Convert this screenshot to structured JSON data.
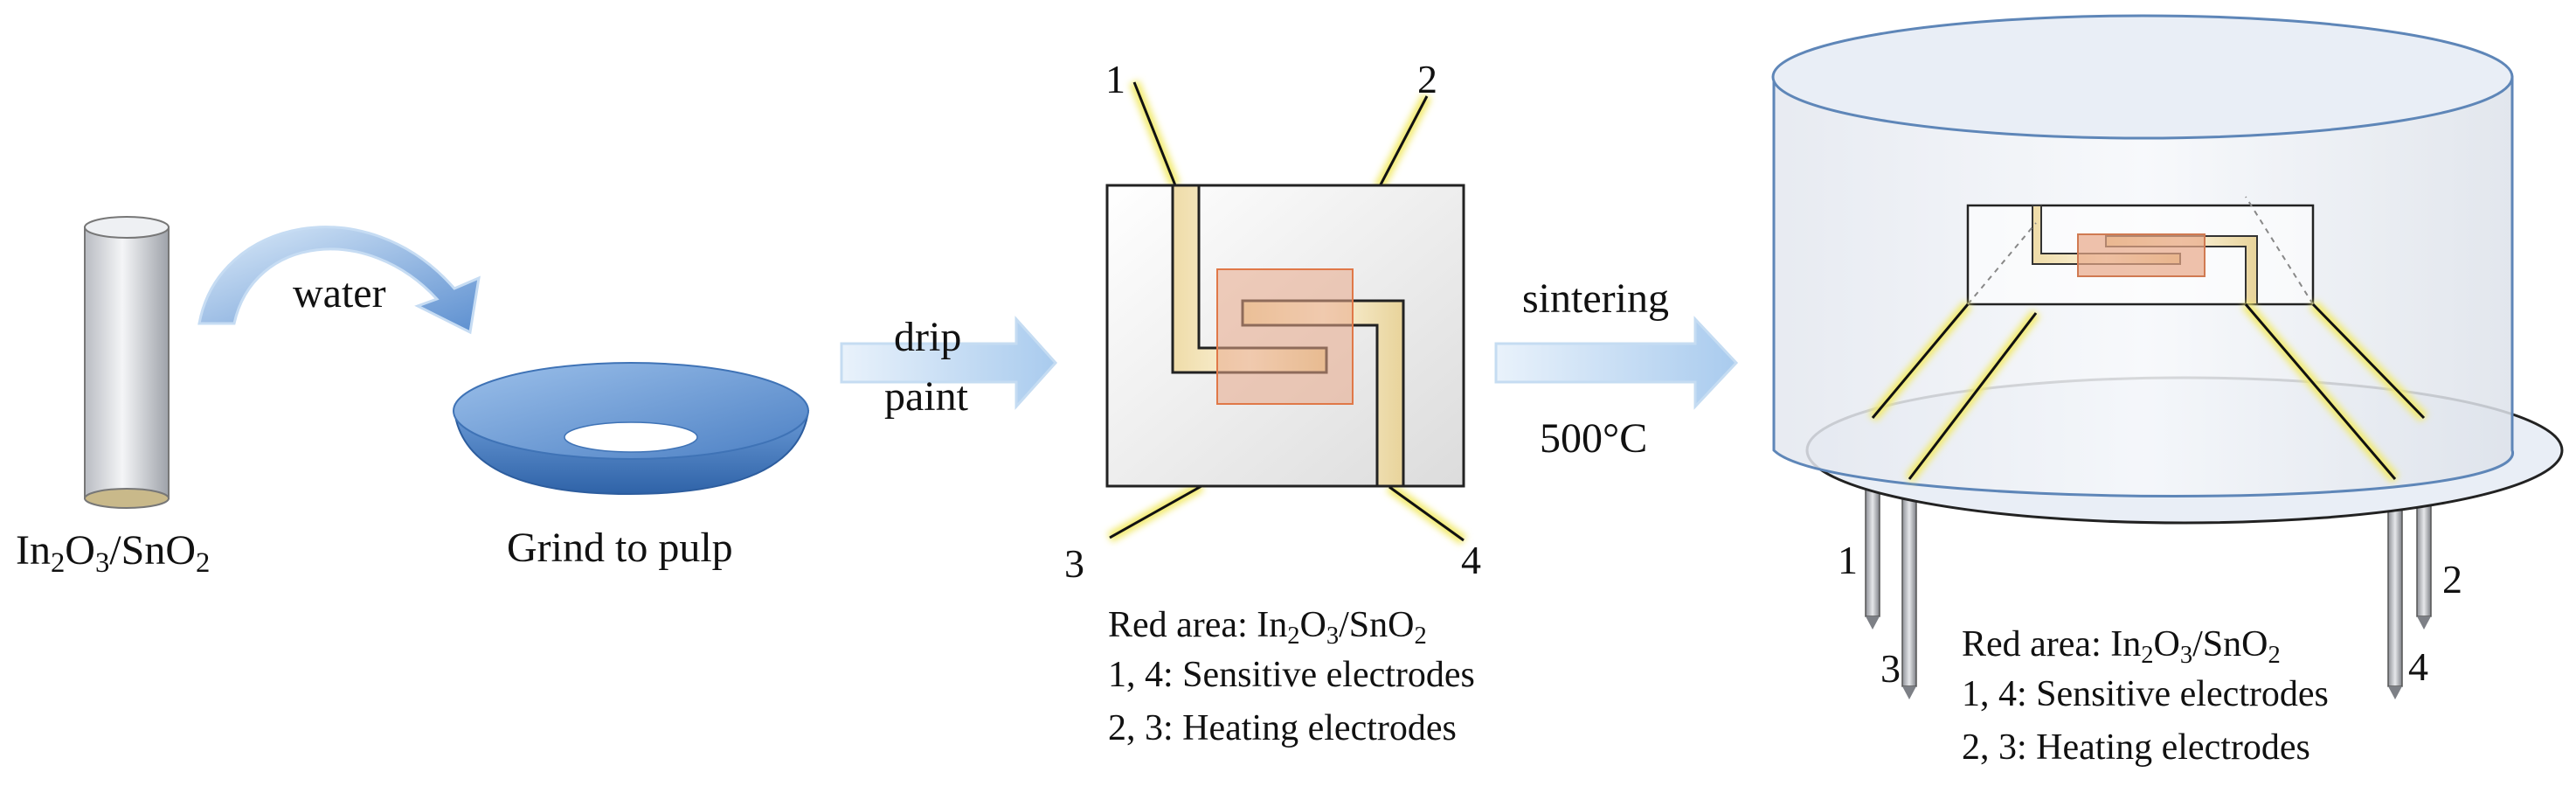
{
  "step1": {
    "label_prefix": "In",
    "label_sub1": "2",
    "label_mid": "O",
    "label_sub2": "3",
    "label_rest": "/SnO",
    "label_sub3": "2"
  },
  "step2": {
    "arrow_label": "water",
    "label": "Grind to pulp"
  },
  "step3": {
    "arrow_line1": "drip",
    "arrow_line2": "paint"
  },
  "chip": {
    "pins": [
      "1",
      "2",
      "3",
      "4"
    ],
    "legend": {
      "red_prefix": "Red area: In",
      "sub1": "2",
      "mid": "O",
      "sub2": "3",
      "rest": "/SnO",
      "sub3": "2",
      "line2": "1, 4: Sensitive electrodes",
      "line3": "2, 3: Heating electrodes"
    }
  },
  "step4": {
    "arrow_top": "sintering",
    "arrow_bottom": "500°C"
  },
  "sensor": {
    "pins": [
      "1",
      "2",
      "3",
      "4"
    ],
    "legend": {
      "red_prefix": "Red area: In",
      "sub1": "2",
      "mid": "O",
      "sub2": "3",
      "rest": "/SnO",
      "sub3": "2",
      "line2": "1, 4: Sensitive electrodes",
      "line3": "2, 3: Heating electrodes"
    }
  },
  "colors": {
    "arrow_blue": "#bcd7f0",
    "bowl_blue": "#4f86c6",
    "electrode_fill": "#f7ecd0",
    "sensitive_area": "#e8a888",
    "wire_yellow": "#f3ee6a"
  }
}
